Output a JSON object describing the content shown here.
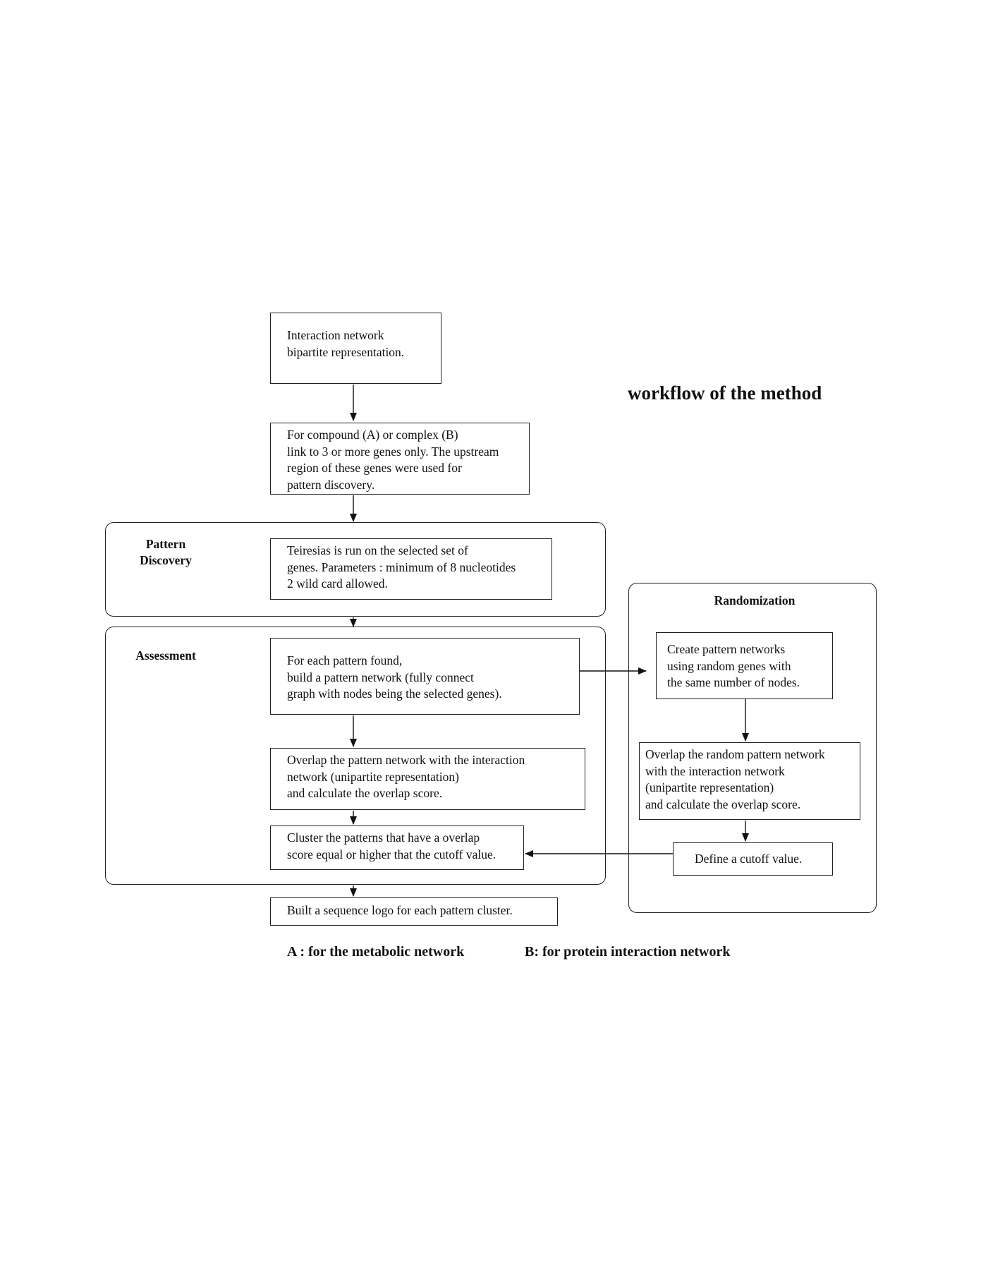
{
  "title": "workflow of the method",
  "groups": {
    "pattern_discovery": [
      "Pattern",
      "Discovery"
    ],
    "assessment": "Assessment",
    "randomization": "Randomization"
  },
  "steps": {
    "interaction_network": [
      "Interaction network",
      "bipartite representation."
    ],
    "compound_complex": [
      "For compound (A) or complex (B)",
      "link to 3 or more genes only. The upstream",
      "region of these genes were used for",
      "pattern discovery."
    ],
    "teiresias": [
      "Teiresias is run on the selected set of",
      "genes. Parameters : minimum of 8 nucleotides",
      "2 wild card allowed."
    ],
    "pattern_network": [
      "For each pattern found,",
      "build a pattern network (fully connect",
      "graph with nodes being the selected genes)."
    ],
    "overlap": [
      "Overlap the pattern network with the interaction",
      "network (unipartite representation)",
      "and calculate the overlap score."
    ],
    "cluster": [
      "Cluster the patterns that have a overlap",
      "score equal or higher that the cutoff value."
    ],
    "logo": [
      "Built a sequence logo for each pattern cluster."
    ],
    "random_networks": [
      "Create pattern networks",
      "using random genes with",
      "the same number of nodes."
    ],
    "random_overlap": [
      "Overlap the random pattern network",
      "with the interaction network",
      "(unipartite representation)",
      "and calculate the overlap score."
    ],
    "cutoff": [
      "Define a cutoff value."
    ]
  },
  "legend": {
    "a": "A : for the metabolic network",
    "b": "B: for protein interaction network"
  }
}
